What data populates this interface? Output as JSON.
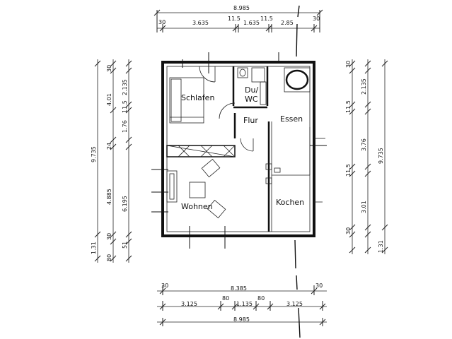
{
  "rooms": {
    "schlafen": "Schlafen",
    "du_wc": "Du/\nWC",
    "du": "Du/",
    "wc": "WC",
    "flur": "Flur",
    "essen": "Essen",
    "wohnen": "Wohnen",
    "kochen": "Kochen"
  },
  "dimensions": {
    "top_total": "8.985",
    "top_left_30": "30",
    "top_3635": "3.635",
    "top_115a": "11.5",
    "top_1635": "1.635",
    "top_115b": "11.5",
    "top_285": "2.85",
    "top_right_30": "30",
    "bottom_30_left": "30",
    "bottom_8385": "8.385",
    "bottom_30_right": "30",
    "bottom_3125a": "3.125",
    "bottom_80a": "80",
    "bottom_1135": "1.135",
    "bottom_80b": "80",
    "bottom_3125b": "3.125",
    "bottom_total": "8.985",
    "left_9735": "9.735",
    "left_30a": "30",
    "left_401": "4.01",
    "left_2135": "2.135",
    "left_115": "11.5",
    "left_176": "1.76",
    "left_24": "24",
    "left_4885": "4.885",
    "left_6195": "6.195",
    "left_30b": "30",
    "left_131": "1.31",
    "left_80": "80",
    "left_51": "51",
    "right_30a": "30",
    "right_2135": "2.135",
    "right_115a": "11.5",
    "right_376": "3.76",
    "right_9735": "9.735",
    "right_115b": "11.5",
    "right_301": "3.01",
    "right_30b": "30",
    "right_131": "1.31"
  }
}
